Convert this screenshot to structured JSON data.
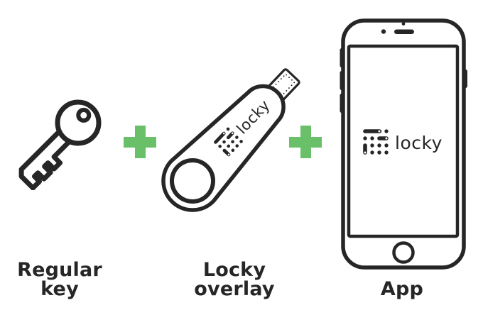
{
  "colors": {
    "ink": "#262626",
    "green": "#6abf69",
    "background": "#ffffff"
  },
  "brand": {
    "logo_text": "locky"
  },
  "labels": [
    {
      "id": "regular-key",
      "lines": [
        "Regular",
        "key"
      ]
    },
    {
      "id": "locky-overlay",
      "lines": [
        "Locky",
        "overlay"
      ]
    },
    {
      "id": "app",
      "lines": [
        "App"
      ]
    }
  ],
  "operator": {
    "symbol": "+"
  },
  "icons": {
    "key": "key-icon",
    "locky_overlay_device": "locky-overlay-device-icon",
    "plus": "plus-icon",
    "smartphone": "smartphone-icon",
    "logo_mark": "locky-dot-matrix-mark-icon"
  }
}
